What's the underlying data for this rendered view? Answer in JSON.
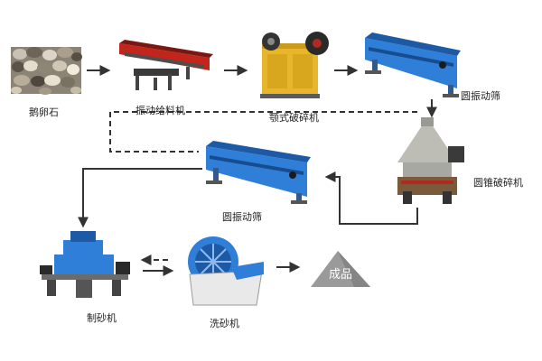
{
  "stages": {
    "pebbles": "鹅卵石",
    "feeder": "振动给料机",
    "jaw_crusher": "颚式破碎机",
    "screen1": "圆振动筛",
    "cone_crusher": "圆锥破碎机",
    "screen2": "圆振动筛",
    "sand_maker": "制砂机",
    "sand_washer": "洗砂机",
    "product": "成品"
  },
  "colors": {
    "arrow": "#333333",
    "machine_blue": "#2e73c9",
    "machine_dark_blue": "#1f4f91",
    "jaw_yellow": "#e5b52c",
    "feeder_red": "#b5261e",
    "cone_gray": "#b9b9b2",
    "product_gray": "#9a9a9a"
  },
  "icons": {
    "pebbles": "pebble-pile-image",
    "feeder": "vibrating-feeder-machine",
    "jaw_crusher": "jaw-crusher-machine",
    "screen": "vibrating-screen-machine",
    "cone_crusher": "cone-crusher-machine",
    "sand_maker": "sand-making-machine",
    "sand_washer": "sand-washing-machine",
    "product": "product-pile"
  }
}
